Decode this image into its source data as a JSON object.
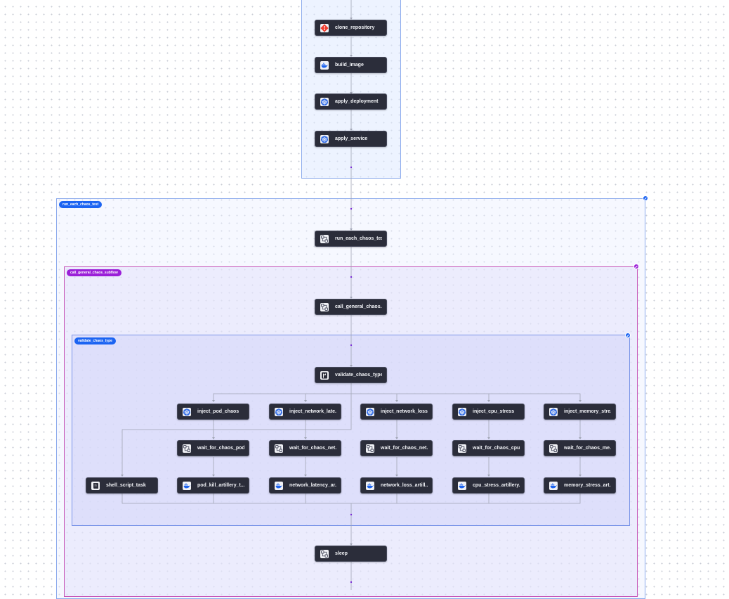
{
  "colors": {
    "edge": "#a0a4b4",
    "dot": "#7a2cd6",
    "group_blue": "#1c64f2",
    "group_purple": "#9b1fd8",
    "node_bg": "#2b2d3a"
  },
  "groups": {
    "run_each": {
      "label": "run_each_chaos_test"
    },
    "call_general": {
      "label": "call_general_chaos_subflow"
    },
    "validate": {
      "label": "validate_chaos_type"
    }
  },
  "nodes": {
    "clone_repository": {
      "label": "clone_repository",
      "icon": "git-icon"
    },
    "build_image": {
      "label": "build_image",
      "icon": "docker-icon"
    },
    "apply_deployment": {
      "label": "apply_deployment",
      "icon": "kubernetes-icon"
    },
    "apply_service": {
      "label": "apply_service",
      "icon": "kubernetes-icon"
    },
    "run_each_chaos_test": {
      "label": "run_each_chaos_test",
      "icon": "subflow-icon"
    },
    "call_general_chaos": {
      "label": "call_general_chaos...",
      "icon": "subflow-icon"
    },
    "validate_chaos_type": {
      "label": "validate_chaos_type",
      "icon": "switch-icon"
    },
    "inject_pod_chaos": {
      "label": "inject_pod_chaos",
      "icon": "kubernetes-icon"
    },
    "inject_network_latency": {
      "label": "inject_network_late...",
      "icon": "kubernetes-icon"
    },
    "inject_network_loss": {
      "label": "inject_network_loss",
      "icon": "kubernetes-icon"
    },
    "inject_cpu_stress": {
      "label": "inject_cpu_stress",
      "icon": "kubernetes-icon"
    },
    "inject_memory_stress": {
      "label": "inject_memory_stre...",
      "icon": "kubernetes-icon"
    },
    "wait_pod": {
      "label": "wait_for_chaos_pod...",
      "icon": "subflow-icon"
    },
    "wait_net_latency": {
      "label": "wait_for_chaos_net...",
      "icon": "subflow-icon"
    },
    "wait_net_loss": {
      "label": "wait_for_chaos_net...",
      "icon": "subflow-icon"
    },
    "wait_cpu": {
      "label": "wait_for_chaos_cpu",
      "icon": "subflow-icon"
    },
    "wait_memory": {
      "label": "wait_for_chaos_me...",
      "icon": "subflow-icon"
    },
    "shell_script_task": {
      "label": "shell_script_task",
      "icon": "script-icon"
    },
    "pod_kill_artillery": {
      "label": "pod_kill_artillery_t...",
      "icon": "docker-icon"
    },
    "network_latency_artillery": {
      "label": "network_latency_ar...",
      "icon": "docker-icon"
    },
    "network_loss_artillery": {
      "label": "network_loss_artill...",
      "icon": "docker-icon"
    },
    "cpu_stress_artillery": {
      "label": "cpu_stress_artillery...",
      "icon": "docker-icon"
    },
    "memory_stress_artillery": {
      "label": "memory_stress_art...",
      "icon": "docker-icon"
    },
    "sleep": {
      "label": "sleep",
      "icon": "subflow-icon"
    }
  }
}
